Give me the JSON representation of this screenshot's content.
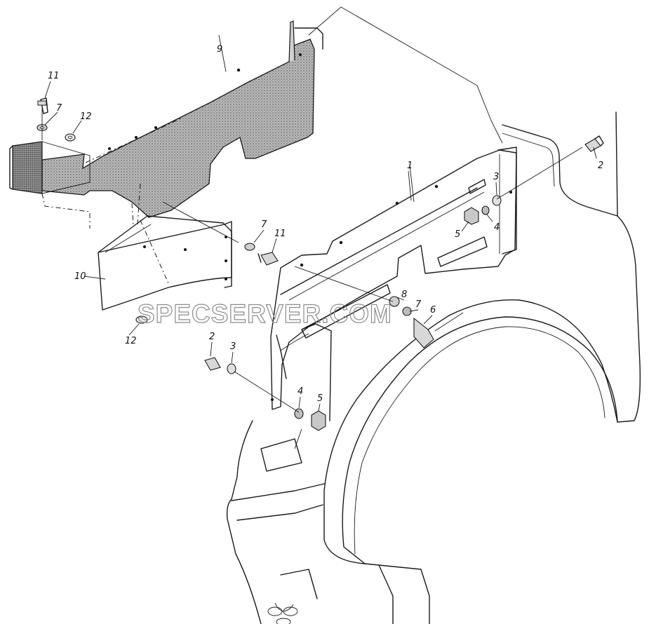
{
  "watermark": "SPECSERVER.COM",
  "callouts": {
    "c1": "1",
    "c2a": "2",
    "c2b": "2",
    "c3a": "3",
    "c3b": "3",
    "c4a": "4",
    "c4b": "4",
    "c5a": "5",
    "c5b": "5",
    "c6": "6",
    "c7a": "7",
    "c7b": "7",
    "c7c": "7",
    "c8": "8",
    "c9": "9",
    "c10": "10",
    "c11a": "11",
    "c11b": "11",
    "c12a": "12",
    "c12b": "12"
  },
  "colors": {
    "line": "#1a1a1a",
    "shade": "#9a9a9a",
    "watermark": "#8c8c8c"
  }
}
